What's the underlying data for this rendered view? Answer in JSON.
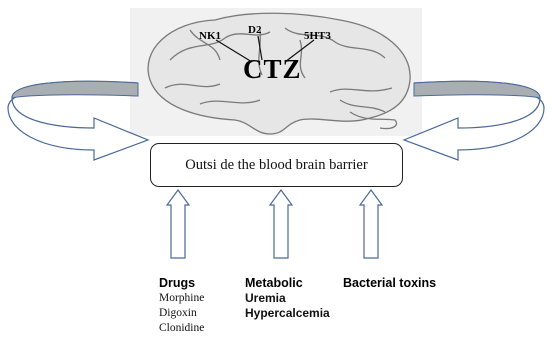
{
  "brain": {
    "center_label": "CTZ",
    "receptors": [
      "NK1",
      "D2",
      "5HT3"
    ]
  },
  "box": {
    "label": "Outsi de the blood brain barrier"
  },
  "columns": [
    {
      "title": "Drugs",
      "items": [
        "Morphine",
        "Digoxin",
        "Clonidine"
      ]
    },
    {
      "title": "Metabolic",
      "items": [
        "Uremia",
        "Hypercalcemia"
      ]
    },
    {
      "title": "Bacterial toxins",
      "items": []
    }
  ],
  "colors": {
    "arrow_fill": "#a9aeb3",
    "arrow_stroke": "#4a6a9a",
    "brain_fill": "#e6e6e6",
    "brain_line": "#7a7a7a"
  }
}
